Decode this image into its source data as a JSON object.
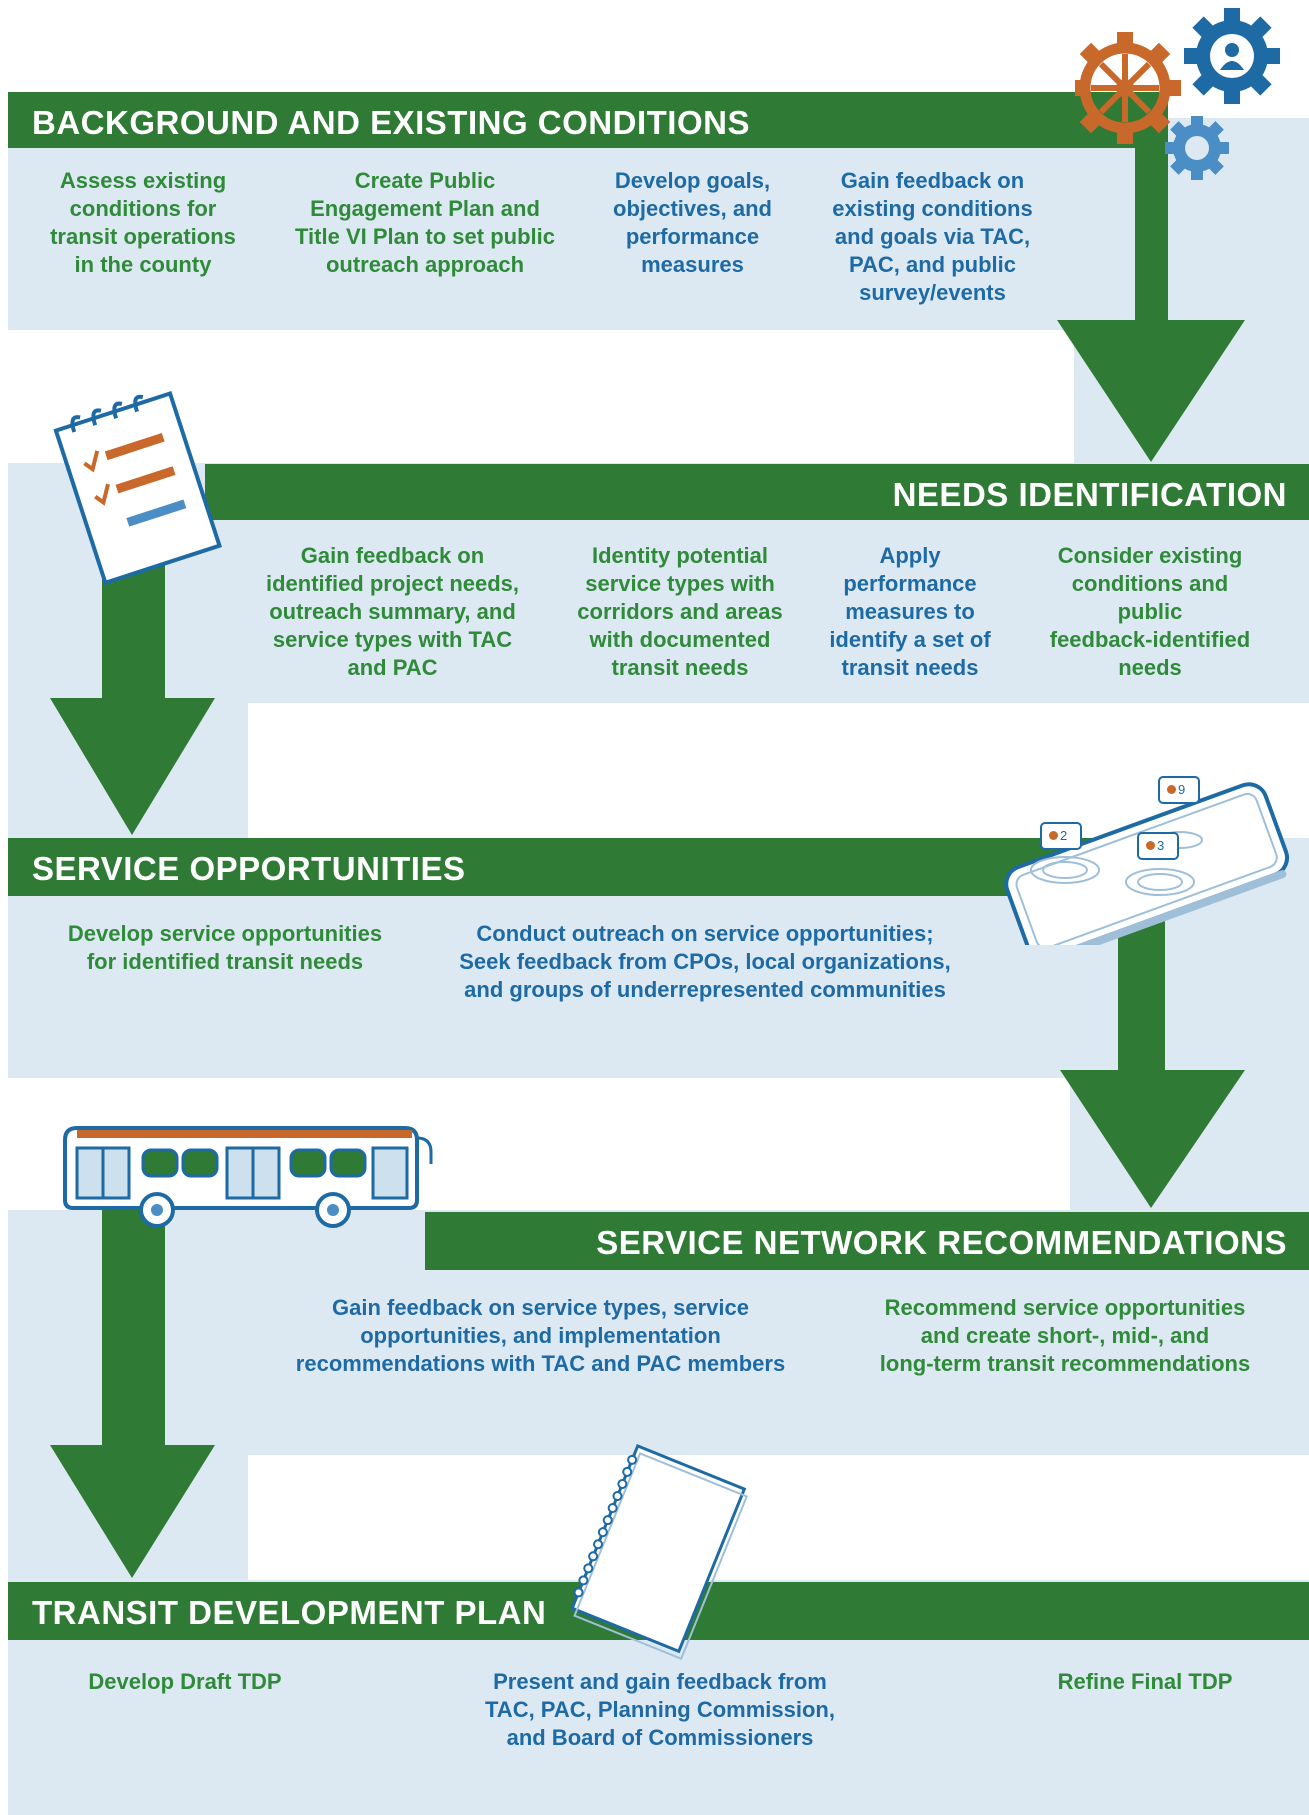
{
  "colors": {
    "band": "#dde9f2",
    "bar": "#2f7a35",
    "green_text": "#2f8a3a",
    "blue_text": "#1d6aa4",
    "orange": "#c8682a",
    "dark_blue": "#1d6aa4"
  },
  "icons": [
    "gears-icon",
    "checklist-icon",
    "phone-notifications-icon",
    "bus-icon",
    "notebook-icon"
  ],
  "phases": [
    {
      "title": "BACKGROUND AND EXISTING CONDITIONS",
      "steps": [
        {
          "lines": [
            "Assess existing",
            "conditions for",
            "transit operations",
            "in the county"
          ]
        },
        {
          "lines": [
            "Create Public",
            "Engagement Plan and",
            "Title VI Plan to set public",
            "outreach approach"
          ]
        },
        {
          "lines": [
            "Develop goals,",
            "objectives, and",
            "performance",
            "measures"
          ]
        },
        {
          "lines": [
            "Gain feedback on",
            "existing conditions",
            "and goals via TAC,",
            "PAC, and public",
            "survey/events"
          ]
        }
      ]
    },
    {
      "title": "NEEDS IDENTIFICATION",
      "steps": [
        {
          "lines": [
            "Gain feedback on",
            "identified project needs,",
            "outreach summary, and",
            "service types with TAC",
            "and PAC"
          ]
        },
        {
          "lines": [
            "Identity potential",
            "service types with",
            "corridors and areas",
            "with documented",
            "transit needs"
          ]
        },
        {
          "lines": [
            "Apply",
            "performance",
            "measures to",
            "identify a set of",
            "transit needs"
          ]
        },
        {
          "lines": [
            "Consider existing",
            "conditions and",
            "public",
            "feedback-identified",
            "needs"
          ]
        }
      ]
    },
    {
      "title": "SERVICE OPPORTUNITIES",
      "steps": [
        {
          "lines": [
            "Develop service opportunities",
            "for identified transit needs"
          ]
        },
        {
          "lines": [
            "Conduct outreach on service opportunities;",
            "Seek feedback from CPOs, local organizations,",
            "and groups of underrepresented communities"
          ]
        }
      ]
    },
    {
      "title": "SERVICE NETWORK RECOMMENDATIONS",
      "steps": [
        {
          "lines": [
            "Gain feedback on service types, service",
            "opportunities, and implementation",
            "recommendations with TAC and PAC members"
          ]
        },
        {
          "lines": [
            "Recommend service opportunities",
            "and create short-, mid-, and",
            "long-term transit recommendations"
          ]
        }
      ]
    },
    {
      "title": "TRANSIT DEVELOPMENT PLAN",
      "steps": [
        {
          "lines": [
            "Develop Draft TDP"
          ]
        },
        {
          "lines": [
            "Present and gain feedback from",
            "TAC, PAC, Planning Commission,",
            "and Board of Commissioners"
          ]
        },
        {
          "lines": [
            "Refine Final TDP"
          ]
        }
      ]
    }
  ],
  "notifications": [
    "9",
    "2",
    "3"
  ]
}
